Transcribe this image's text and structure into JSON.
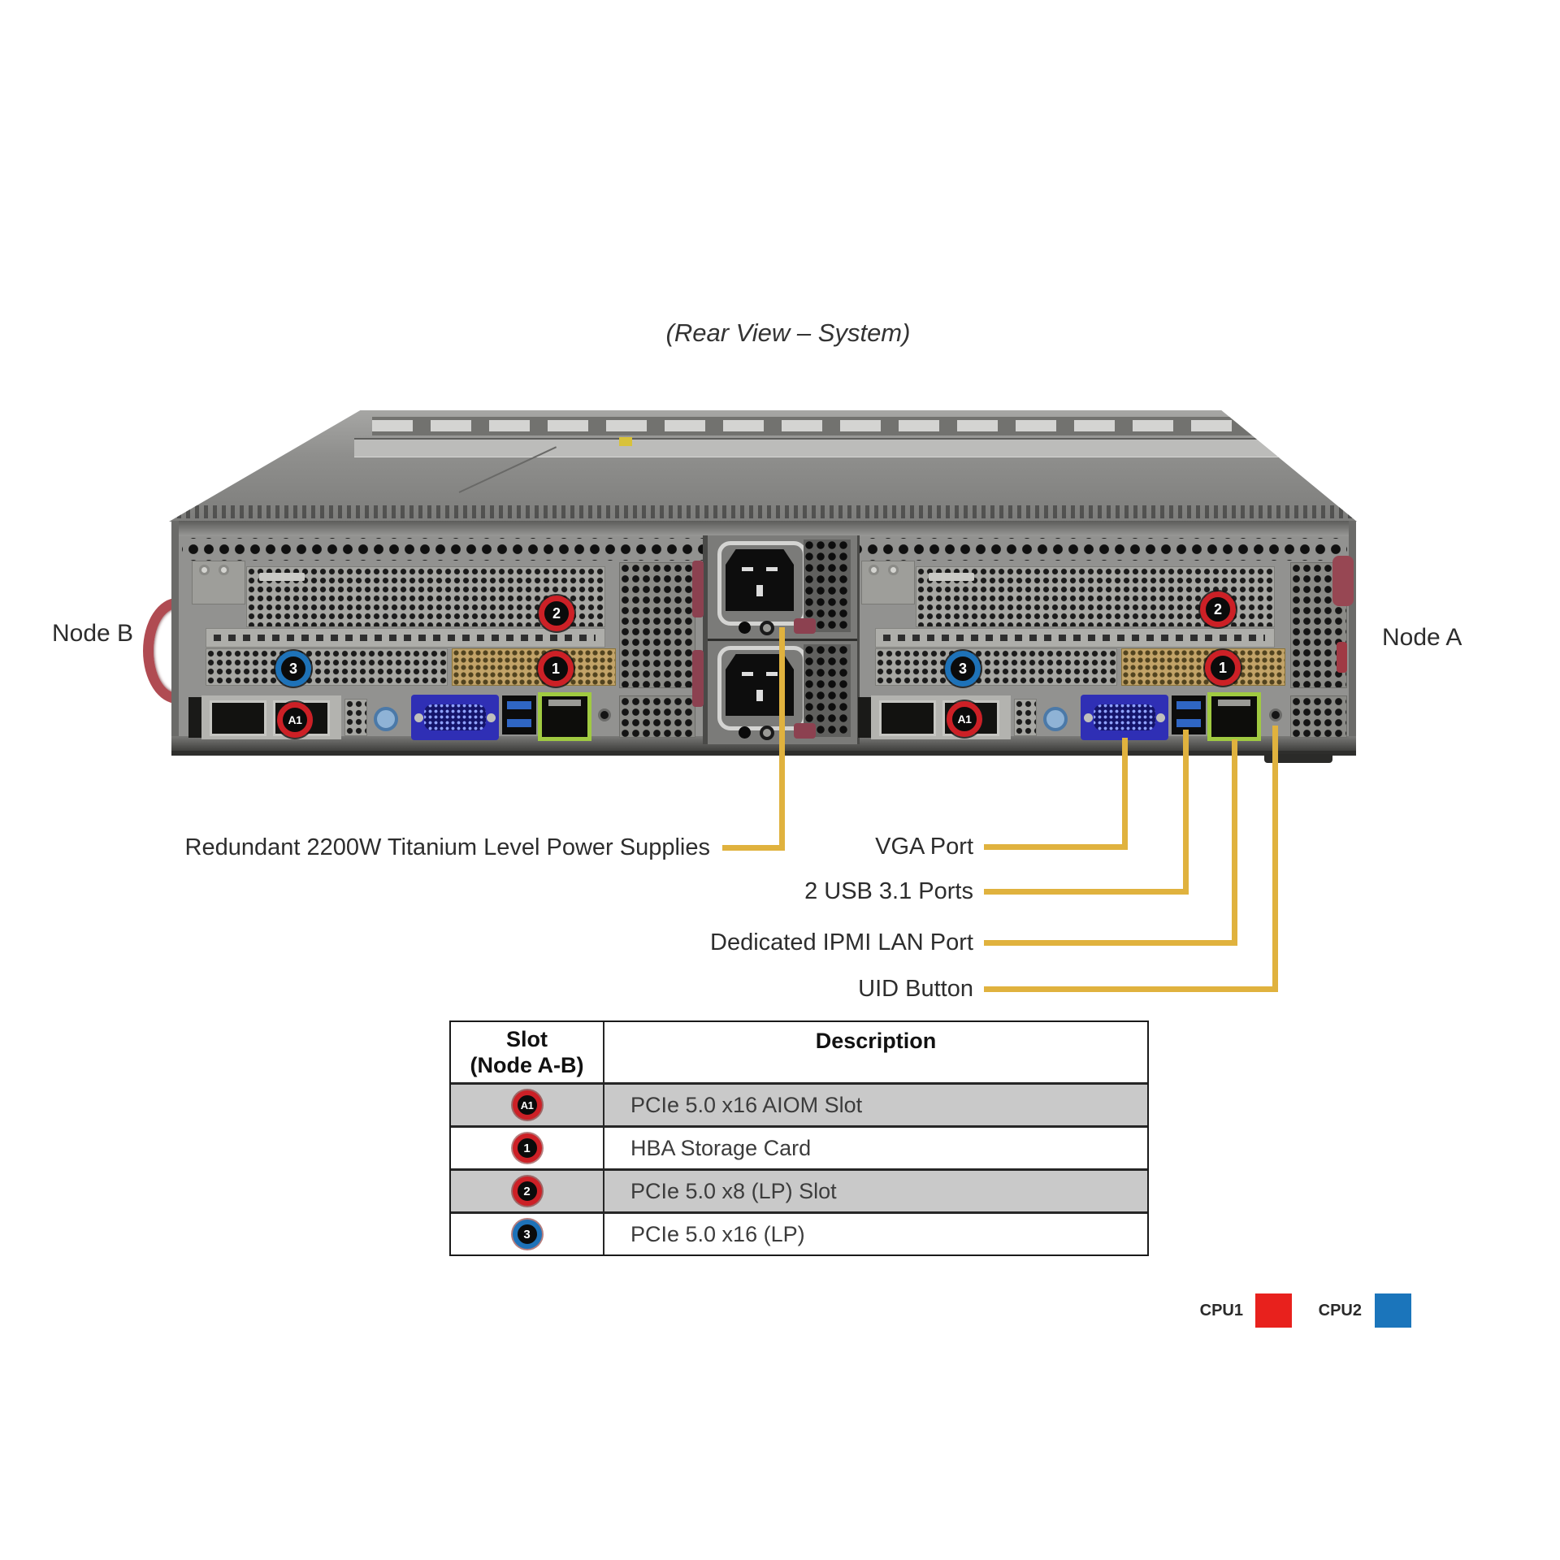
{
  "title": "(Rear View – System)",
  "node_labels": {
    "left": "Node B",
    "right": "Node A"
  },
  "callouts": {
    "psu": "Redundant 2200W Titanium Level Power Supplies",
    "vga": "VGA Port",
    "usb": "2 USB 3.1 Ports",
    "ipmi": "Dedicated IPMI LAN Port",
    "uid": "UID Button"
  },
  "badges": {
    "a1": "A1",
    "n1": "1",
    "n2": "2",
    "n3": "3"
  },
  "table": {
    "header": {
      "slot_line1": "Slot",
      "slot_line2": "(Node A-B)",
      "description": "Description"
    },
    "rows": [
      {
        "slot": "A1",
        "slot_color": "#cc2026",
        "description": "PCIe 5.0 x16 AIOM Slot"
      },
      {
        "slot": "1",
        "slot_color": "#cc2026",
        "description": "HBA Storage Card"
      },
      {
        "slot": "2",
        "slot_color": "#cc2026",
        "description": "PCIe 5.0 x8 (LP) Slot"
      },
      {
        "slot": "3",
        "slot_color": "#1e72b8",
        "description": "PCIe 5.0 x16 (LP)"
      }
    ]
  },
  "legend": {
    "cpu1": "CPU1",
    "cpu1_color": "#e8211d",
    "cpu2": "CPU2",
    "cpu2_color": "#1b75bb"
  },
  "colors": {
    "callout_line": "#e0b23e",
    "badge_red": "#cc2026",
    "badge_blue": "#1e72b8"
  }
}
